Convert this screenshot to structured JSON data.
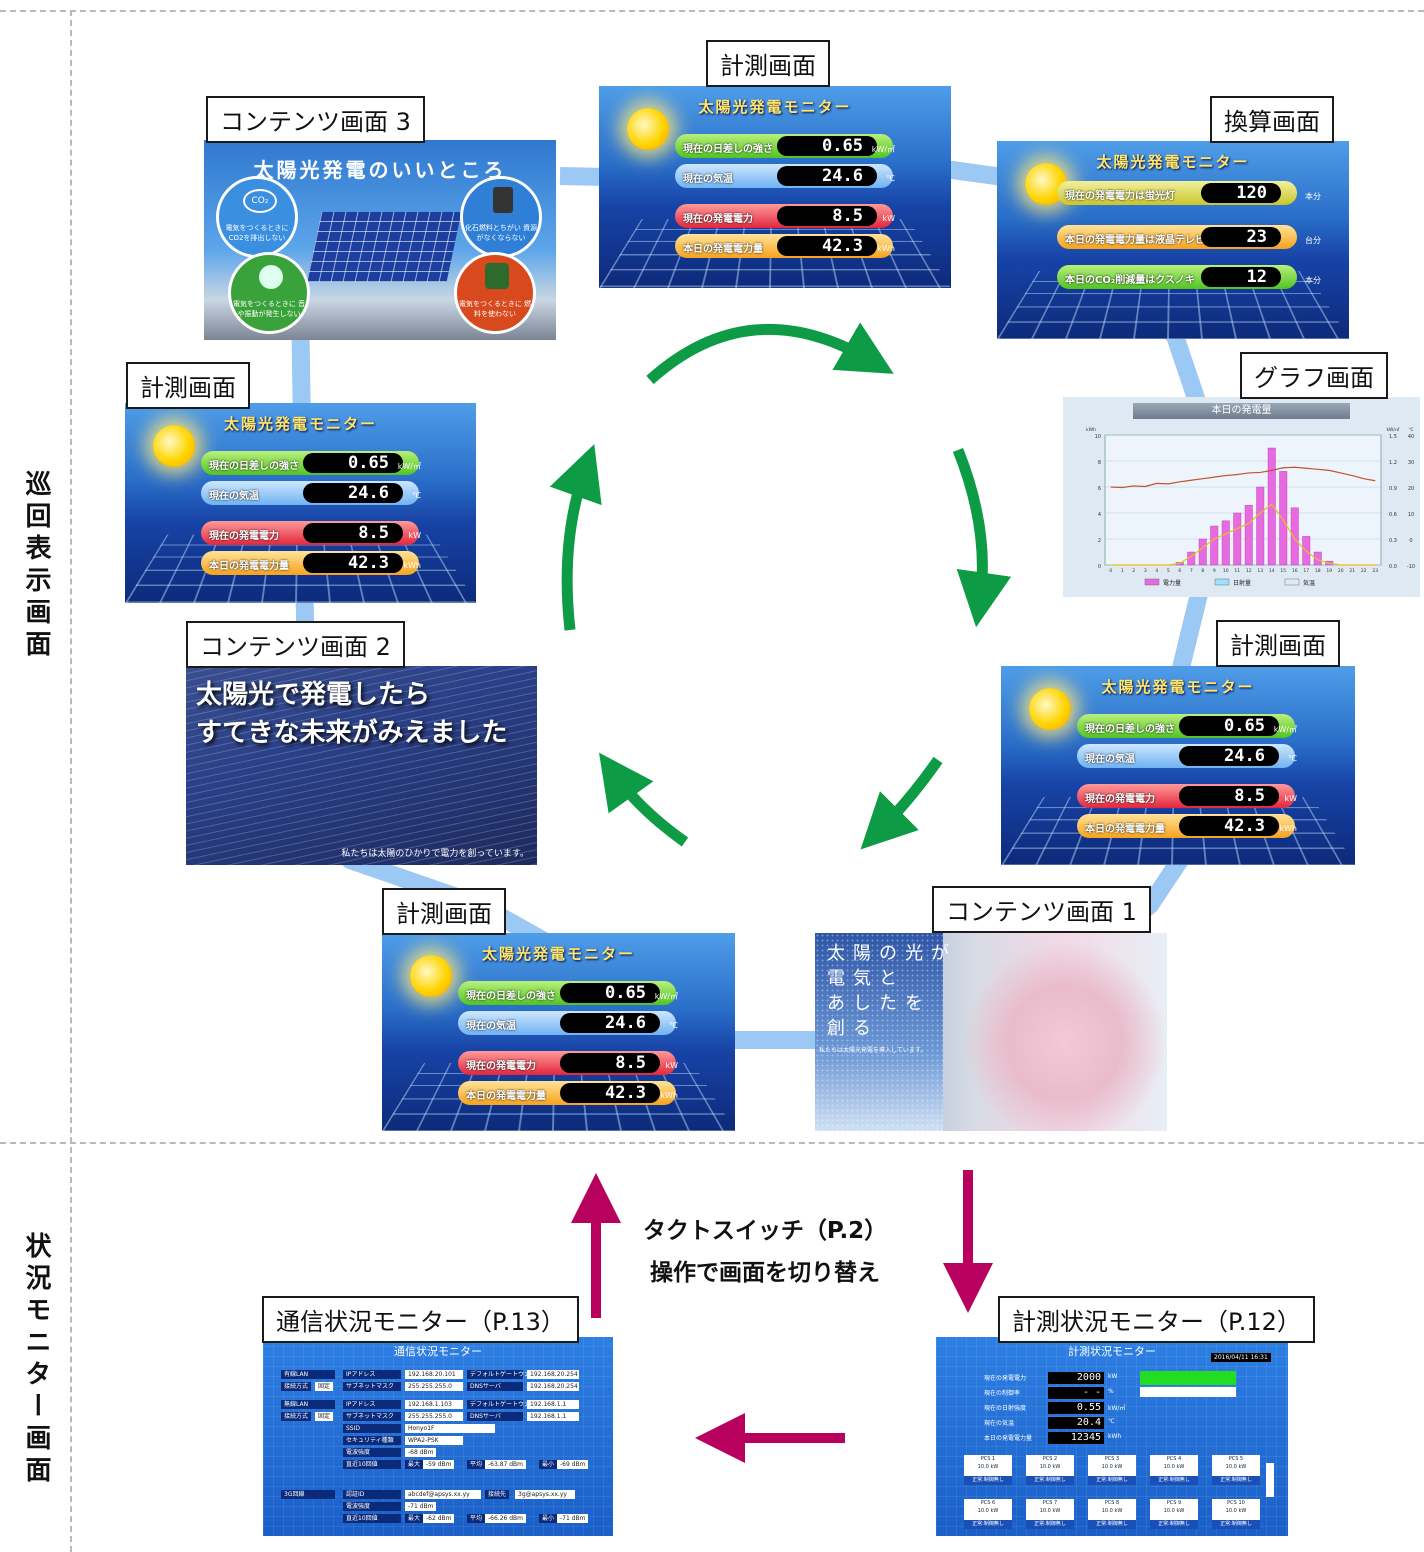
{
  "sections": {
    "cycle_label": "巡回表示画面",
    "status_label": "状況モニター画面"
  },
  "callouts": {
    "measure": "計測画面",
    "content3": "コンテンツ画面 3",
    "convert": "換算画面",
    "graph": "グラフ画面",
    "content2": "コンテンツ画面 2",
    "content1": "コンテンツ画面 1",
    "comm_monitor": "通信状況モニター（P.13）",
    "meas_monitor": "計測状況モニター（P.12）"
  },
  "switch_text": {
    "line1": "タクトスイッチ（P.2）",
    "line2": "操作で画面を切り替え"
  },
  "measure_screen": {
    "title": "太陽光発電モニター",
    "rows": [
      {
        "label": "現在の日差しの強さ",
        "value": "0.65",
        "unit": "kW/㎡"
      },
      {
        "label": "現在の気温",
        "value": "24.6",
        "unit": "℃"
      },
      {
        "label": "現在の発電電力",
        "value": "8.5",
        "unit": "kW"
      },
      {
        "label": "本日の発電電力量",
        "value": "42.3",
        "unit": "kWh"
      }
    ]
  },
  "convert_screen": {
    "title": "太陽光発電モニター",
    "rows": [
      {
        "label": "現在の発電電力は蛍光灯",
        "value": "120",
        "unit": "本分"
      },
      {
        "label": "本日の発電電力量は液晶テレビ",
        "value": "23",
        "unit": "台分"
      },
      {
        "label": "本日のCO₂削減量はクスノキ",
        "value": "12",
        "unit": "本分"
      }
    ]
  },
  "content3": {
    "title": "太陽光発電のいいところ",
    "bubbles": [
      "電気をつくるときに CO2を排出しない",
      "化石燃料とちがい 資源がなくならない",
      "電気をつくるときに 音や振動が発生しない",
      "電気をつくるときに 燃料を使わない"
    ],
    "co2_symbol": "CO₂"
  },
  "content2": {
    "line1": "太陽光で発電したら",
    "line2": "すてきな未来がみえました",
    "caption": "私たちは太陽のひかりで電力を創っています。"
  },
  "content1": {
    "lines": [
      "太陽の光が",
      "電気と",
      "あしたを",
      "創る"
    ],
    "caption": "私たちは太陽光発電を導入しています。"
  },
  "graph_screen": {
    "title": "本日の発電量",
    "legend": [
      "電力量",
      "日射量",
      "気温"
    ],
    "x_ticks": [
      "0",
      "1",
      "2",
      "3",
      "4",
      "5",
      "6",
      "7",
      "8",
      "9",
      "10",
      "11",
      "12",
      "13",
      "14",
      "15",
      "16",
      "17",
      "18",
      "19",
      "20",
      "21",
      "22",
      "23"
    ],
    "y_left": [
      "0",
      "2",
      "4",
      "6",
      "8",
      "10"
    ],
    "y_right1": [
      "0.0",
      "0.3",
      "0.6",
      "0.9",
      "1.2",
      "1.5"
    ],
    "y_right2": [
      "-10",
      "0",
      "10",
      "20",
      "30",
      "40"
    ],
    "axis_units": {
      "left": "kWh",
      "right1": "kW/㎡",
      "right2": "℃"
    }
  },
  "chart_data": {
    "type": "bar",
    "title": "本日の発電量",
    "categories": [
      "0",
      "1",
      "2",
      "3",
      "4",
      "5",
      "6",
      "7",
      "8",
      "9",
      "10",
      "11",
      "12",
      "13",
      "14",
      "15",
      "16",
      "17",
      "18",
      "19",
      "20",
      "21",
      "22",
      "23"
    ],
    "series": [
      {
        "name": "電力量",
        "values": [
          0,
          0,
          0,
          0,
          0,
          0,
          0.2,
          1.0,
          2.0,
          3.0,
          3.4,
          4.0,
          4.6,
          6.0,
          9.0,
          7.2,
          4.4,
          2.2,
          1.0,
          0.3,
          0,
          0,
          0,
          0
        ]
      },
      {
        "name": "日射量",
        "values": [
          0,
          0,
          0,
          0,
          0,
          0,
          0.02,
          0.1,
          0.2,
          0.3,
          0.36,
          0.42,
          0.48,
          0.6,
          0.7,
          0.52,
          0.3,
          0.16,
          0.06,
          0.02,
          0,
          0,
          0,
          0
        ]
      },
      {
        "name": "気温",
        "values": [
          20,
          19.8,
          20.4,
          20.2,
          21.4,
          21.2,
          22,
          22.6,
          23.2,
          23.8,
          24.4,
          24.8,
          25.4,
          25.6,
          26.4,
          27.4,
          27.6,
          27.2,
          26.8,
          26.4,
          25.4,
          24.4,
          23.2,
          22.4
        ]
      }
    ],
    "ylim": [
      0,
      10
    ]
  },
  "comm_monitor": {
    "title": "通信状況モニター",
    "wired": "有線LAN",
    "wireless": "無線LAN",
    "net3g": "3G回線",
    "conn": "接続方式",
    "fixed": "固定",
    "ip_label": "IPアドレス",
    "ip1": "192.168.20.101",
    "ip2": "192.168.1.103",
    "mask_label": "サブネットマスク",
    "mask": "255.255.255.0",
    "gw_label": "デフォルトゲートウェイ",
    "gw1": "192.168.20.254",
    "gw2": "192.168.1.1",
    "dns_label": "DNSサーバ",
    "dns1": "192.168.20.254",
    "dns2": "192.168.1.1",
    "ssid_label": "SSID",
    "ssid": "Honyo1F",
    "sec_label": "セキュリティ種類",
    "sec": "WPA2-PSK",
    "signal_label": "電波強度",
    "signal1": "-68 dBm",
    "signal2": "-71 dBm",
    "recent_label": "直近10回値",
    "max_label": "最大",
    "max1": "-59 dBm",
    "max2": "-62 dBm",
    "avg_label": "平均",
    "avg1": "-63.87 dBm",
    "avg2": "-66.26 dBm",
    "min_label": "最小",
    "min1": "-69 dBm",
    "min2": "-71 dBm",
    "auth_label": "認証ID",
    "auth": "abcdef@apsys.xx.yy",
    "dest_label": "接続先",
    "dest": "3g@apsys.xx.yy"
  },
  "meas_monitor": {
    "title": "計測状況モニター",
    "datetime": "2016/04/11 16:31",
    "rows": [
      {
        "label": "現在の発電電力",
        "value": "2000",
        "unit": "kW"
      },
      {
        "label": "現在の制御率",
        "value": "- -",
        "unit": "%"
      },
      {
        "label": "現在の日射強度",
        "value": "0.55",
        "unit": "kW/㎡"
      },
      {
        "label": "現在の気温",
        "value": "20.4",
        "unit": "℃"
      },
      {
        "label": "本日の発電電力量",
        "value": "12345",
        "unit": "kWh"
      }
    ],
    "pcs": [
      {
        "name": "PCS 1",
        "val": "10.0 kW",
        "status": "正常:制御無し"
      },
      {
        "name": "PCS 2",
        "val": "10.0 kW",
        "status": "正常:制御無し"
      },
      {
        "name": "PCS 3",
        "val": "10.0 kW",
        "status": "正常:制御無し"
      },
      {
        "name": "PCS 4",
        "val": "10.0 kW",
        "status": "正常:制御無し"
      },
      {
        "name": "PCS 5",
        "val": "10.0 kW",
        "status": "正常:制御無し"
      },
      {
        "name": "PCS 6",
        "val": "10.0 kW",
        "status": "正常:制御無し"
      },
      {
        "name": "PCS 7",
        "val": "10.0 kW",
        "status": "正常:制御無し"
      },
      {
        "name": "PCS 8",
        "val": "10.0 kW",
        "status": "正常:制御無し"
      },
      {
        "name": "PCS 9",
        "val": "10.0 kW",
        "status": "正常:制御無し"
      },
      {
        "name": "PCS 10",
        "val": "10.0 kW",
        "status": "正常:制御無し"
      }
    ]
  },
  "colors": {
    "cycle_arrow": "#0d9c45",
    "switch_arrow": "#b8005f",
    "ring": "#9cc8f4"
  }
}
